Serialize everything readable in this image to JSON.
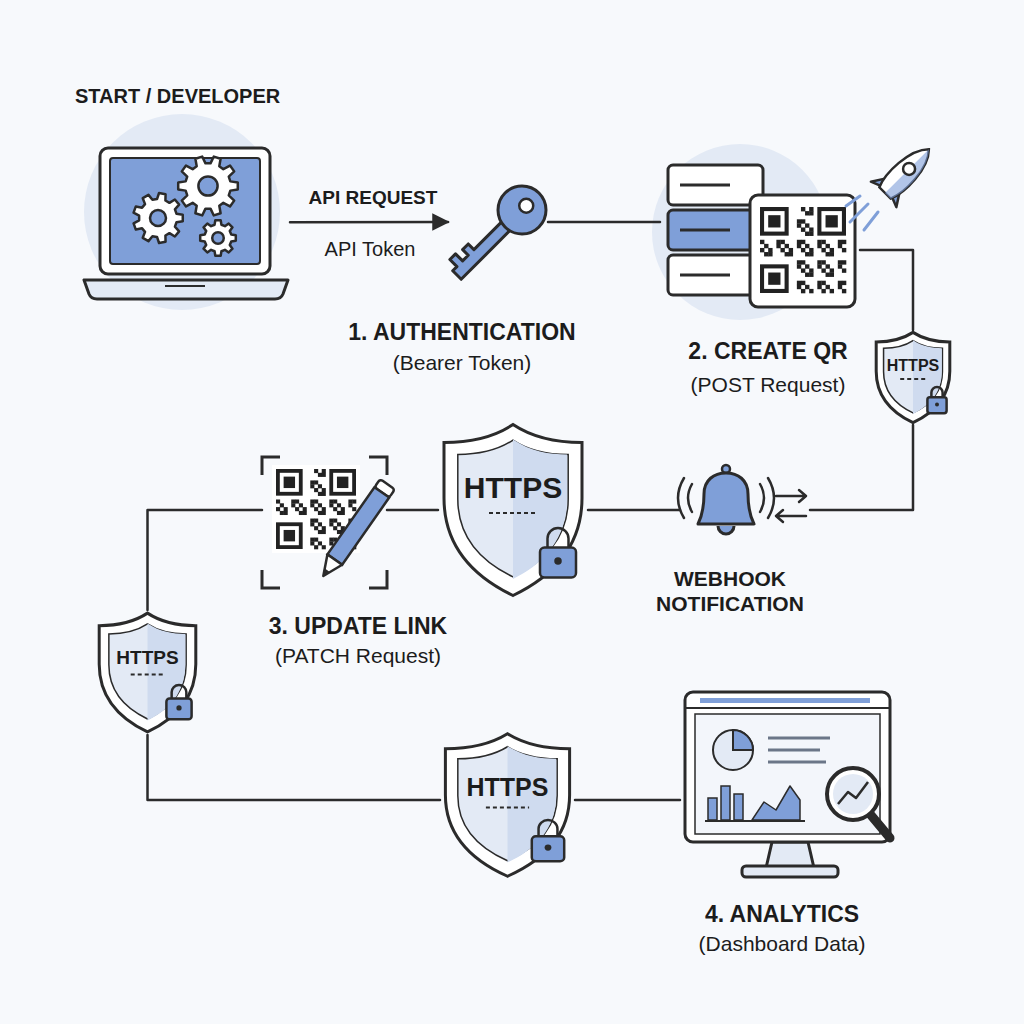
{
  "diagram": {
    "nodes": [
      {
        "text": [
          "START / DEVELOPER"
        ]
      },
      {
        "text": [
          "1. AUTHENTICATION",
          "(Bearer Token)"
        ]
      },
      {
        "text": [
          "2. CREATE QR",
          "(POST Request)"
        ]
      },
      {
        "text": [
          "HTTPS"
        ]
      },
      {
        "text": [
          "WEBHOOK NOTIFICATION"
        ]
      },
      {
        "text": [
          "HTTPS"
        ]
      },
      {
        "text": [
          "3. UPDATE LINK",
          "(PATCH Request)"
        ]
      },
      {
        "text": [
          "HTTPS"
        ]
      },
      {
        "text": [
          "HTTPS"
        ]
      },
      {
        "text": [
          "4. ANALYTICS",
          "(Dashboard Data)"
        ]
      }
    ],
    "edges": [
      {
        "from": 0,
        "to": 1,
        "arrow": "to",
        "label": "API REQUEST"
      },
      {
        "from": 1,
        "to": 2,
        "arrow": "none"
      },
      {
        "from": 2,
        "to": 3,
        "arrow": "none"
      },
      {
        "from": 3,
        "to": 4,
        "arrow": "none"
      },
      {
        "from": 4,
        "to": 5,
        "arrow": "none"
      },
      {
        "from": 5,
        "to": 6,
        "arrow": "none"
      },
      {
        "from": 6,
        "to": 7,
        "arrow": "none"
      },
      {
        "from": 7,
        "to": 8,
        "arrow": "none"
      },
      {
        "from": 8,
        "to": 9,
        "arrow": "none"
      }
    ],
    "labels": [
      "API Token"
    ]
  }
}
